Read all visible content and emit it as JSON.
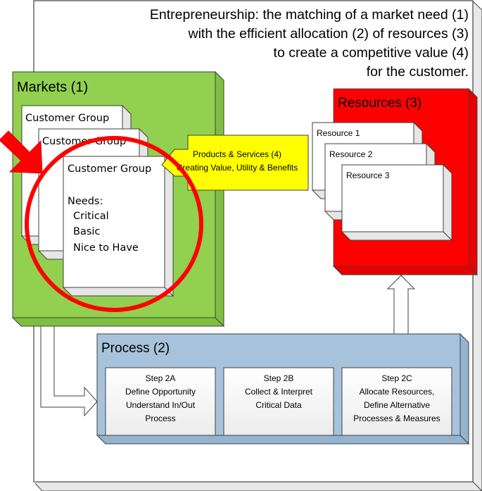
{
  "headline": {
    "lines": [
      "Entrepreneurship: the matching of a market need (1)",
      "with the efficient allocation (2) of resources (3)",
      "to create a competitive value (4)",
      "for the customer."
    ]
  },
  "markets": {
    "title": "Markets (1)",
    "color": "#92d050",
    "customer_groups": [
      {
        "title": "Customer Group"
      },
      {
        "title": "Customer Group"
      },
      {
        "title": "Customer Group",
        "needs_label": "Needs:",
        "needs": [
          "Critical",
          "Basic",
          "Nice to Have"
        ]
      }
    ]
  },
  "products": {
    "line1": "Products & Services (4)",
    "line2": "Creating Value, Utility & Benefits",
    "color": "#ffff00"
  },
  "resources": {
    "title": "Resources (3)",
    "color": "#ff0000",
    "items": [
      "Resource 1",
      "Resource 2",
      "Resource 3"
    ]
  },
  "process": {
    "title": "Process (2)",
    "color": "#a7c3dc",
    "steps": [
      {
        "lines": [
          "Step 2A",
          "Define Opportunity",
          "Understand In/Out",
          "Process"
        ]
      },
      {
        "lines": [
          "Step 2B",
          "Collect & Interpret",
          "Critical Data"
        ]
      },
      {
        "lines": [
          "Step 2C",
          "Allocate Resources,",
          "Define Alternative",
          "Processes & Measures"
        ]
      }
    ]
  },
  "highlight": {
    "color": "#ff0000"
  }
}
